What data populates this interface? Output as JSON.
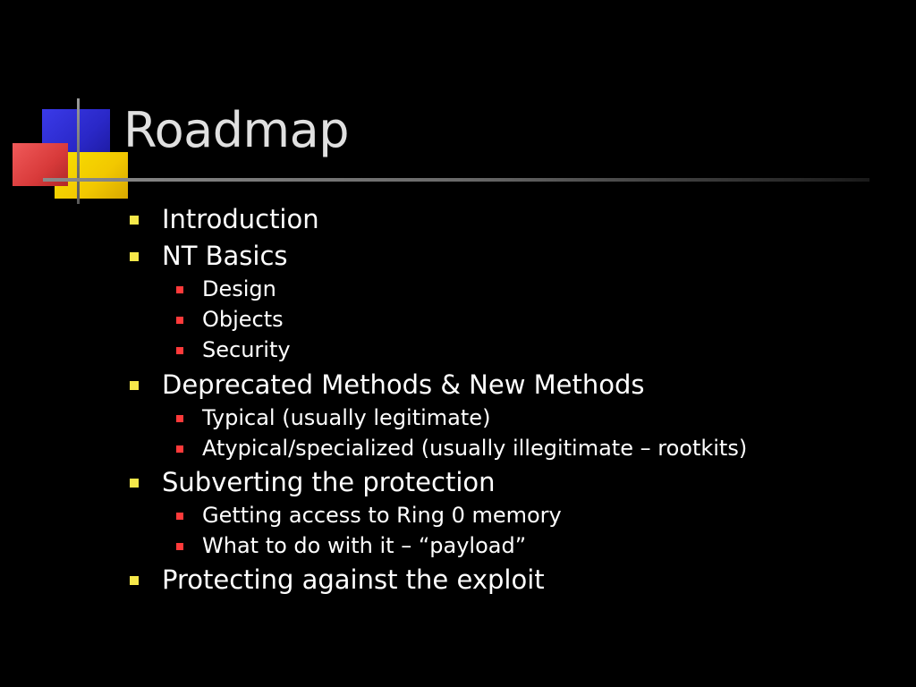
{
  "slide": {
    "title": "Roadmap",
    "colors": {
      "background": "#000000",
      "title": "#e0e0e0",
      "text": "#ffffff",
      "bullet_level1": "#f6e84a",
      "bullet_level2": "#ff3a3a",
      "logo_blue": "#2a28c8",
      "logo_yellow": "#f2c800",
      "logo_red": "#d83a3a"
    },
    "outline": [
      {
        "level": 1,
        "text": "Introduction"
      },
      {
        "level": 1,
        "text": "NT Basics"
      },
      {
        "level": 2,
        "text": "Design"
      },
      {
        "level": 2,
        "text": "Objects"
      },
      {
        "level": 2,
        "text": "Security"
      },
      {
        "level": 1,
        "text": "Deprecated Methods & New Methods"
      },
      {
        "level": 2,
        "text": "Typical (usually legitimate)"
      },
      {
        "level": 2,
        "text": "Atypical/specialized (usually illegitimate – rootkits)"
      },
      {
        "level": 1,
        "text": "Subverting the protection"
      },
      {
        "level": 2,
        "text": "Getting access to Ring 0 memory"
      },
      {
        "level": 2,
        "text": "What to do with it – “payload”"
      },
      {
        "level": 1,
        "text": "Protecting against the exploit"
      }
    ]
  }
}
